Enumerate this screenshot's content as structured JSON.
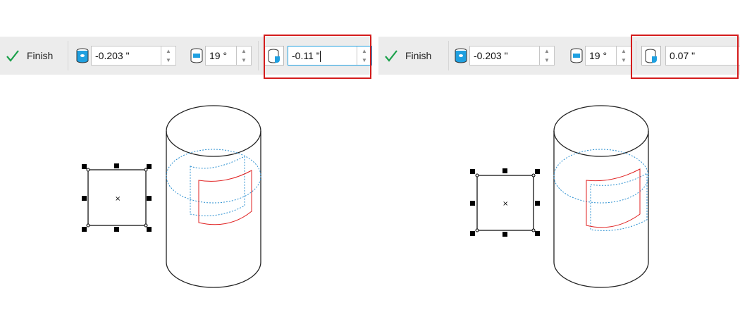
{
  "panels": [
    {
      "finish_label": "Finish",
      "offset_value": "-0.203 \"",
      "angle_value": "19 °",
      "depth_value": "-0.11 \""
    },
    {
      "finish_label": "Finish",
      "offset_value": "-0.203 \"",
      "angle_value": "19 °",
      "depth_value": "0.07 \""
    }
  ],
  "colors": {
    "accent": "#1fa0e0",
    "highlight": "#d41c1c",
    "check": "#1aa04a",
    "red_shape": "#e02020",
    "dotted": "#2a8fd0"
  }
}
